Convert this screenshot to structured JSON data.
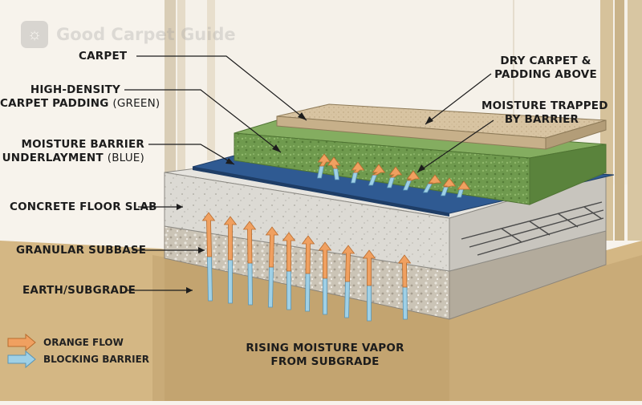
{
  "brand": {
    "name": "Good Carpet Guide",
    "icon": "sun-icon"
  },
  "labels": {
    "carpet": "CARPET",
    "padding_main": "HIGH-DENSITY",
    "padding_line2": "CARPET PADDING",
    "padding_note": "(GREEN)",
    "barrier_line1": "MOISTURE BARRIER",
    "barrier_line2": "UNDERLAYMENT",
    "barrier_note": "(BLUE)",
    "slab": "CONCRETE FLOOR SLAB",
    "subbase": "GRANULAR SUBBASE",
    "earth": "EARTH/SUBGRADE",
    "dry_line1": "DRY CARPET &",
    "dry_line2": "PADDING ABOVE",
    "trapped_line1": "MOISTURE TRAPPED",
    "trapped_line2": "BY BARRIER",
    "rising_line1": "RISING MOISTURE VAPOR",
    "rising_line2": "FROM SUBGRADE"
  },
  "legend": {
    "items": [
      {
        "label": "ORANGE FLOW",
        "color": "#f0a060"
      },
      {
        "label": "BLOCKING BARRIER",
        "color": "#9fd0e6"
      }
    ]
  },
  "colors": {
    "carpet": "#d8c4a2",
    "padding": "#6f9a4e",
    "barrier": "#2f5a92",
    "slab": "#dcdad4",
    "subbase": "#c9c2b4",
    "earth": "#c9ab78",
    "vapor_orange": "#f0a060",
    "vapor_blue": "#9fd0e6"
  }
}
